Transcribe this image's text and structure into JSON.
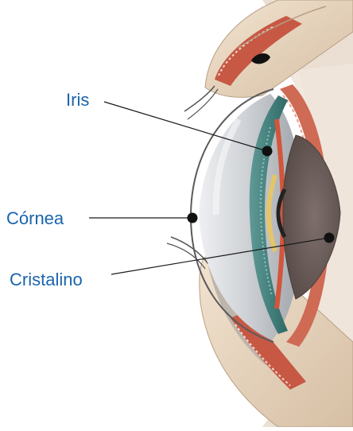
{
  "labels": {
    "iris": "Iris",
    "cornea": "Córnea",
    "cristalino": "Cristalino"
  },
  "colors": {
    "label_text": "#1a64ad",
    "leader_line": "#1a1a1a",
    "marker_dot": "#111111",
    "cornea_outline": "#555555",
    "iris_teal": "#3e7e7a",
    "lens_brown": "#6e5f5c",
    "muscle_red": "#c8533f",
    "skin": "#e9d6c0",
    "eyeball_gray": "#b9bcbf"
  }
}
